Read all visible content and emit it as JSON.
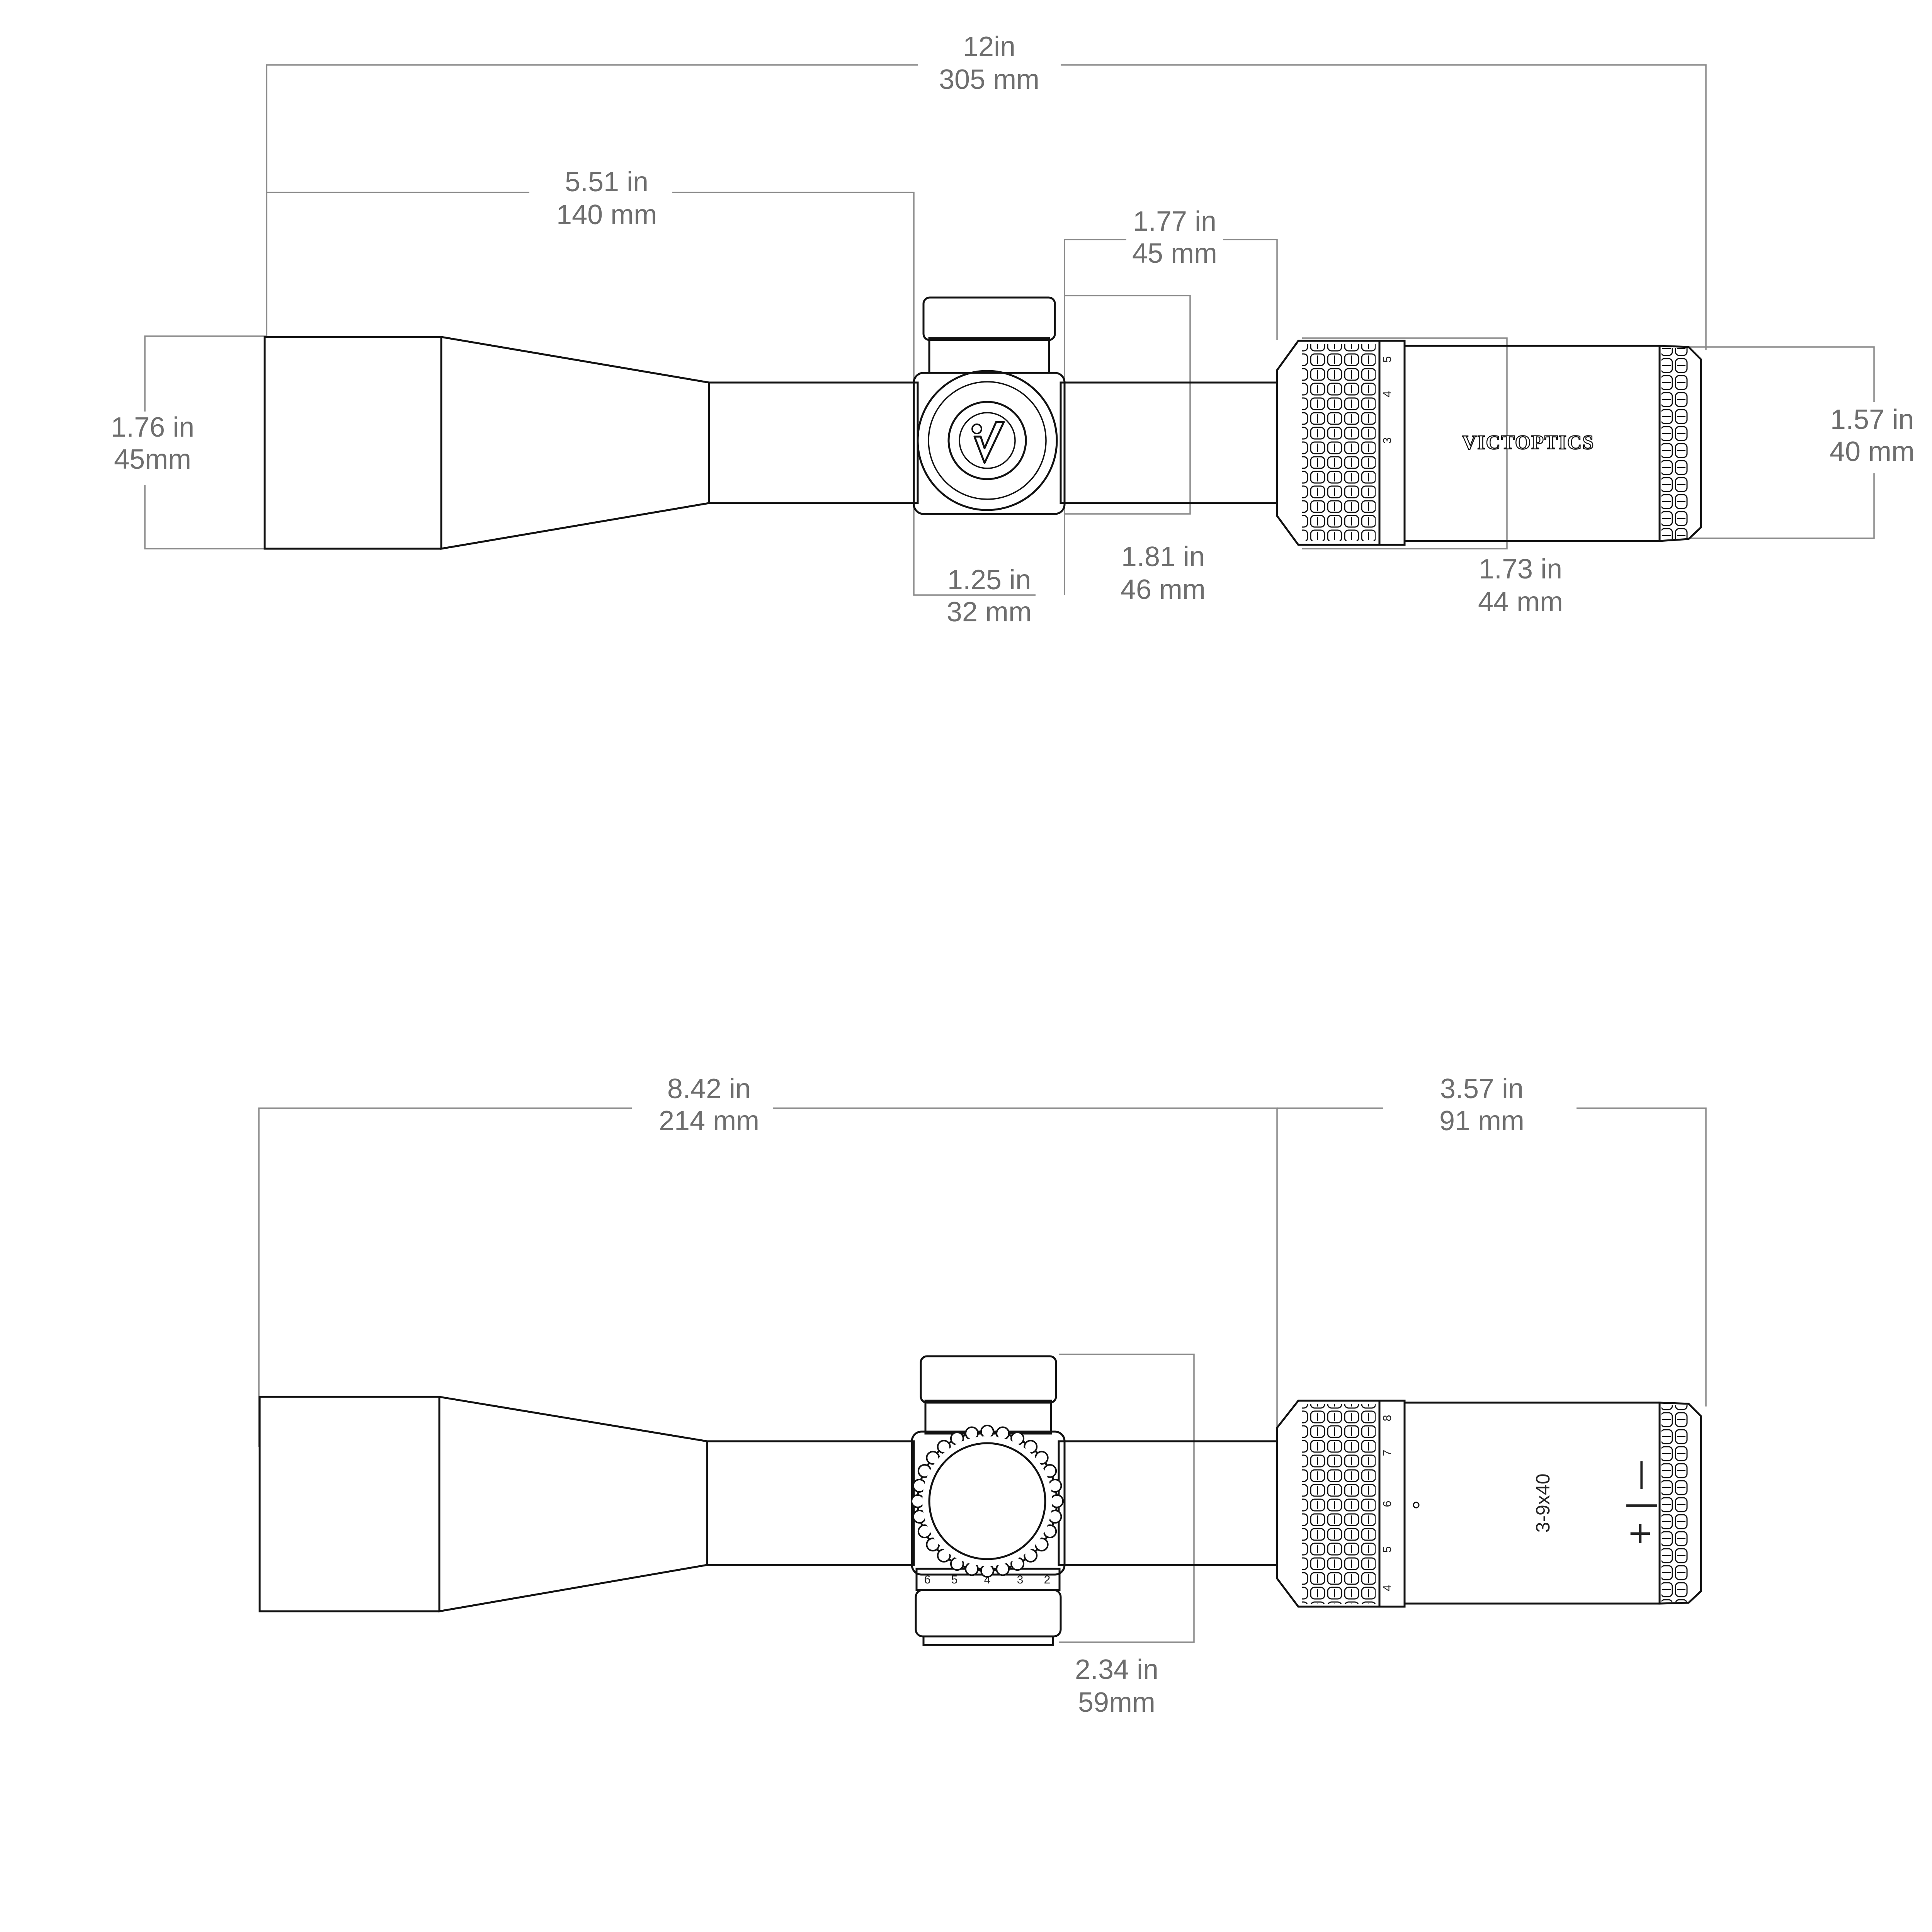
{
  "top_view": {
    "total_length": {
      "in": "12in",
      "mm": "305 mm"
    },
    "objective_to_turret": {
      "in": "5.51 in",
      "mm": "140 mm"
    },
    "turret_to_eyepiece": {
      "in": "1.77 in",
      "mm": "45 mm"
    },
    "objective_diameter": {
      "in": "1.76 in",
      "mm": "45mm"
    },
    "eyepiece_diameter": {
      "in": "1.57 in",
      "mm": "40 mm"
    },
    "turret_housing_width": {
      "in": "1.25 in",
      "mm": "32 mm"
    },
    "turret_height": {
      "in": "1.81 in",
      "mm": "46 mm"
    },
    "power_ring_height": {
      "in": "1.73 in",
      "mm": "44 mm"
    },
    "brand": "VICTOPTICS",
    "power_scale": [
      "5",
      "4",
      "3"
    ],
    "logo_icon": "victoptics-v-logo-icon"
  },
  "side_view": {
    "objective_to_power_ring": {
      "in": "8.42 in",
      "mm": "214 mm"
    },
    "eyepiece_length": {
      "in": "3.57 in",
      "mm": "91 mm"
    },
    "turret_total_height": {
      "in": "2.34 in",
      "mm": "59mm"
    },
    "model": "3-9x40",
    "diopter_marks": "+ | —",
    "power_scale": [
      "8",
      "7",
      "6",
      "5",
      "4"
    ],
    "turret_scale": [
      "6",
      "5",
      "4",
      "3",
      "2"
    ]
  }
}
